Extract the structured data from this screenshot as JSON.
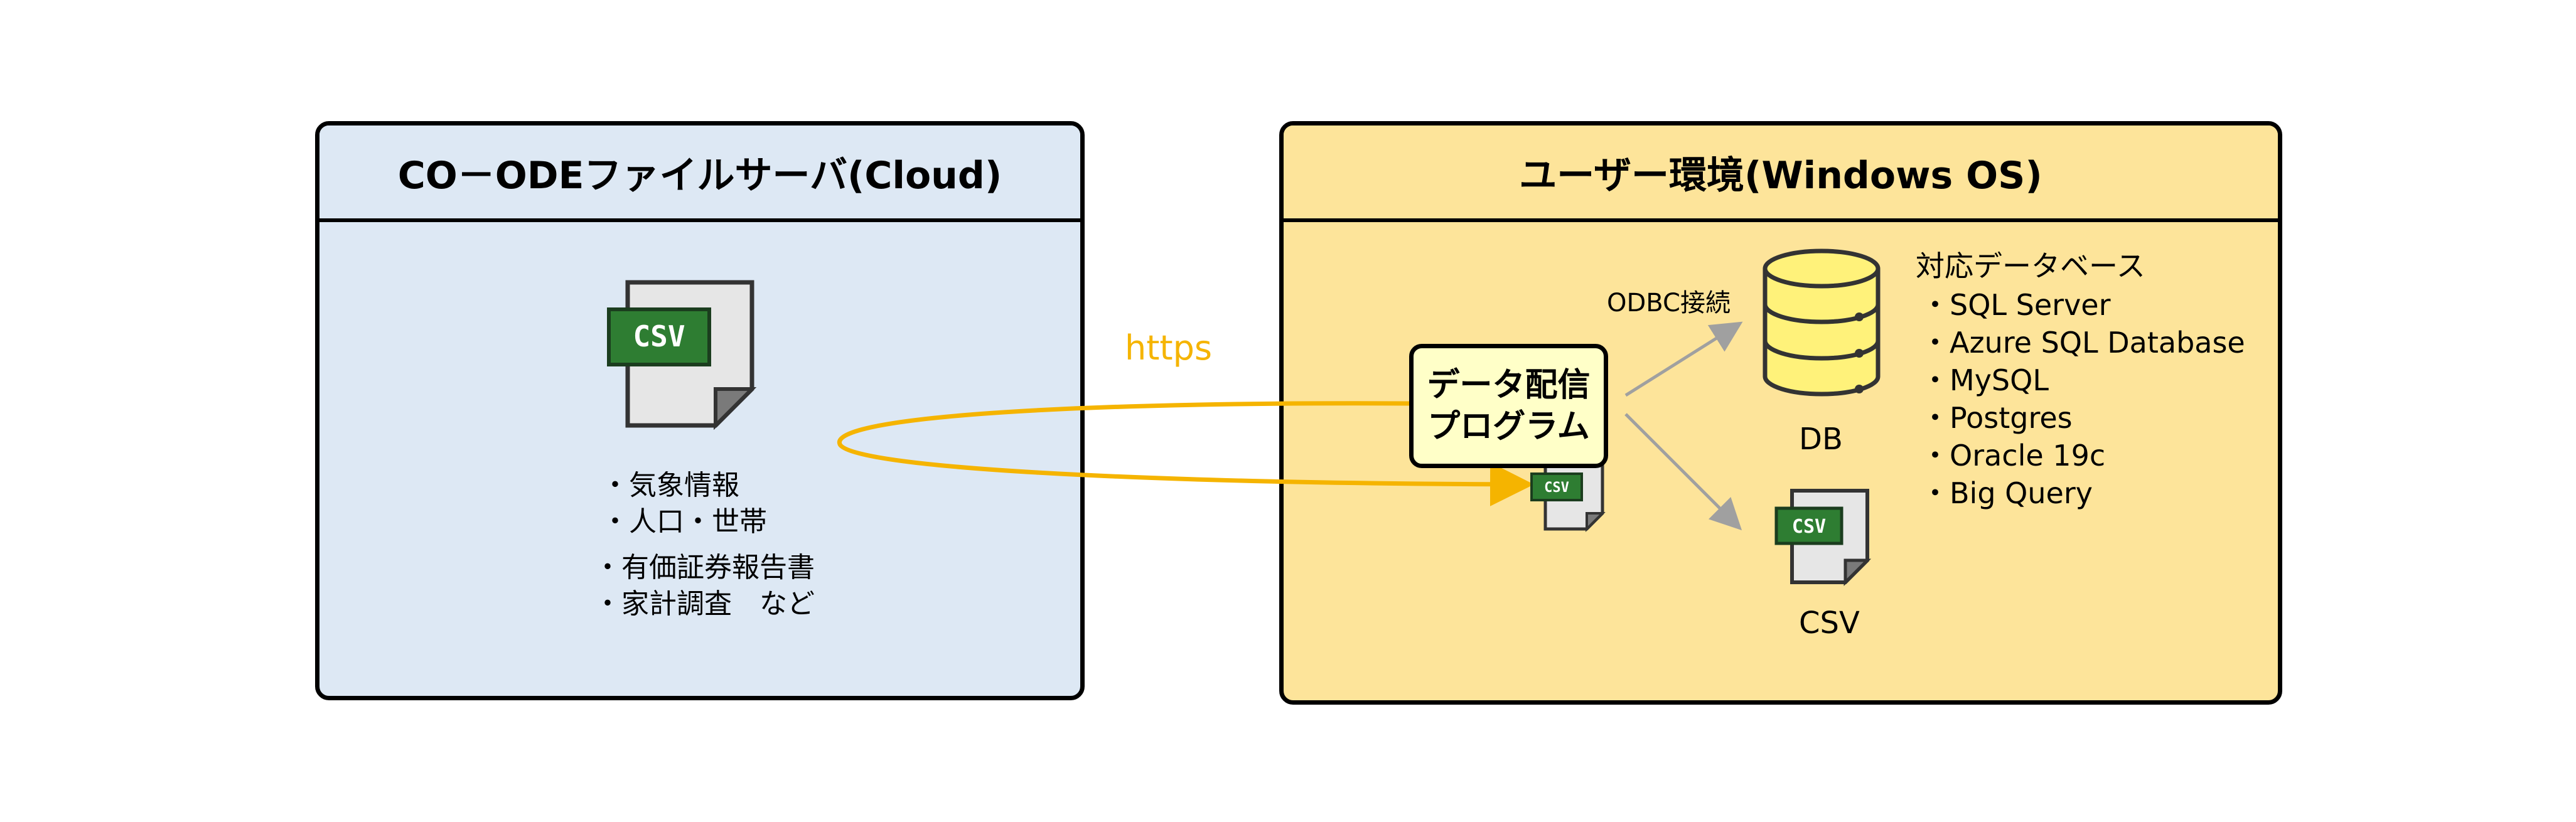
{
  "cloud_panel": {
    "title": "CO－ODEファイルサーバ(Cloud)",
    "items": [
      "・気象情報",
      "・人口・世帯",
      "・有価証券報告書",
      "・家計調査　など"
    ]
  },
  "user_panel": {
    "title": "ユーザー環境(Windows OS)",
    "program_line1": "データ配信",
    "program_line2": "プログラム",
    "odbc_label": "ODBC接続",
    "db_label": "DB",
    "csv_label": "CSV",
    "supported_title": "対応データベース",
    "supported_dbs": [
      "・SQL Server",
      "・Azure SQL Database",
      "・MySQL",
      "・Postgres",
      "・Oracle 19c",
      "・Big Query"
    ]
  },
  "connection": {
    "label": "https"
  },
  "file_icon_label": "CSV",
  "colors": {
    "cloud_bg": "#dde8f4",
    "user_bg": "#fde49a",
    "program_bg": "#ffffc8",
    "https_arrow": "#f5b400",
    "csv_badge": "#2e7d32",
    "db_fill": "#fff27a",
    "odbc_arrow": "#a0a0a0"
  },
  "icons": [
    "csv-file-icon",
    "database-icon",
    "https-loop-arrow",
    "odbc-arrow"
  ]
}
